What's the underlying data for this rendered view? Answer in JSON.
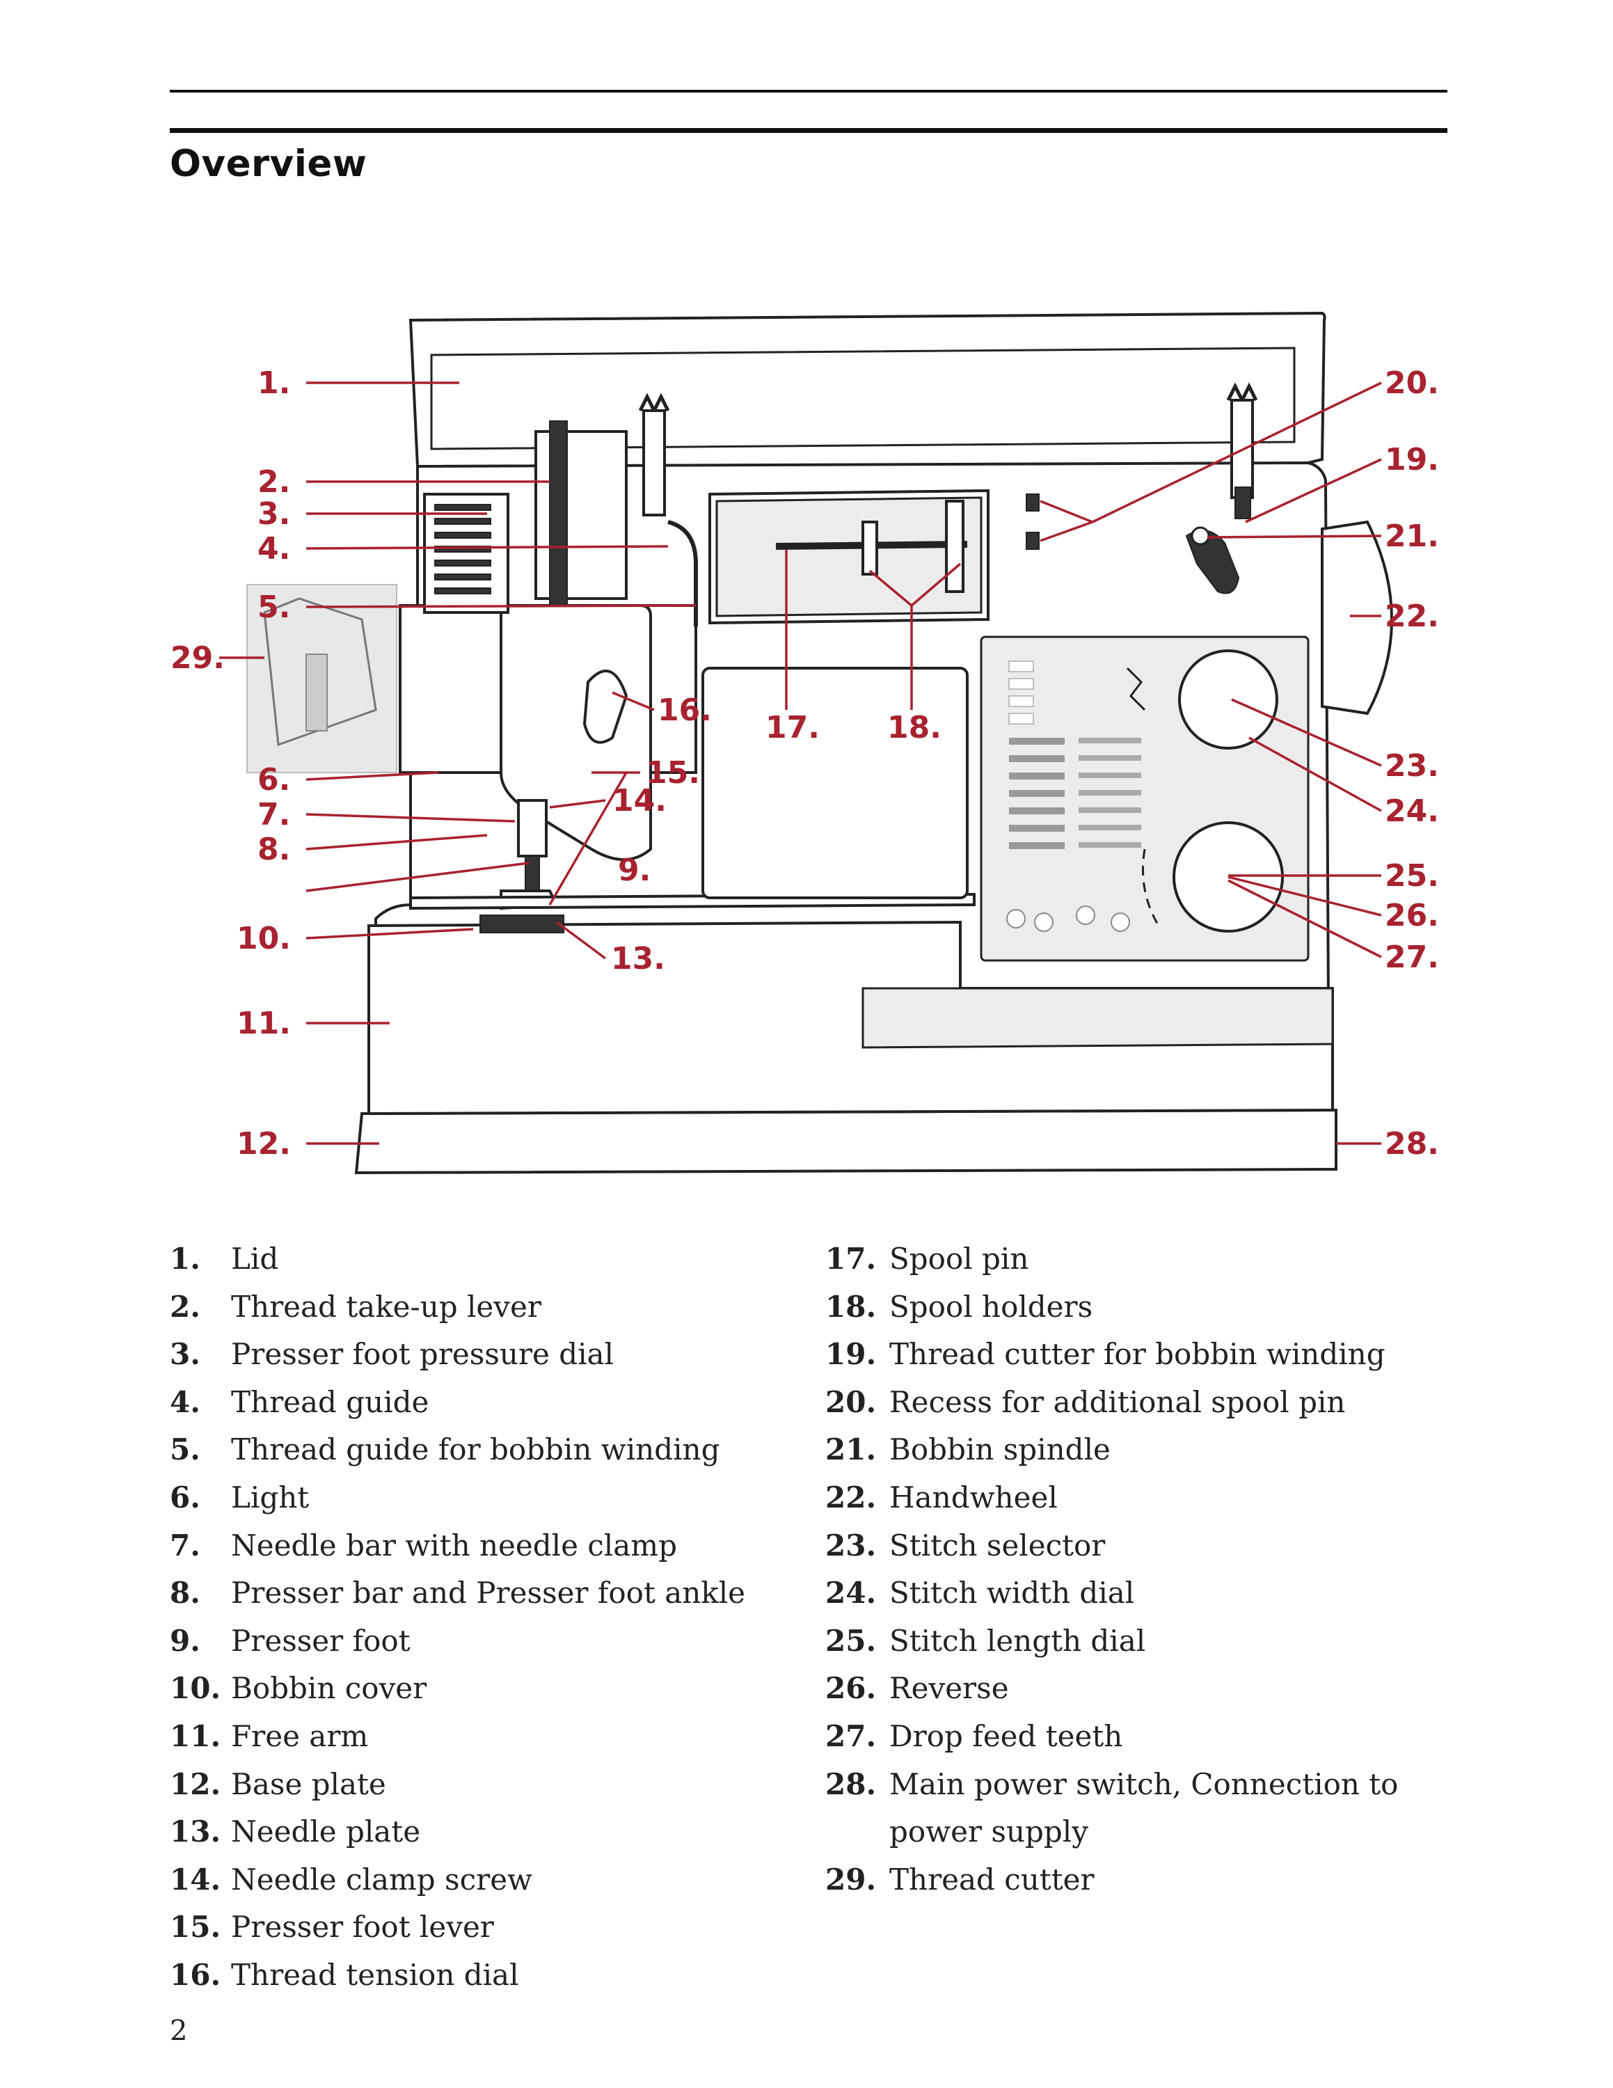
{
  "page": {
    "title": "Overview",
    "page_number": "2"
  },
  "callouts": [
    {
      "id": "c1",
      "label": "1."
    },
    {
      "id": "c2",
      "label": "2."
    },
    {
      "id": "c3",
      "label": "3."
    },
    {
      "id": "c4",
      "label": "4."
    },
    {
      "id": "c5",
      "label": "5."
    },
    {
      "id": "c6",
      "label": "6."
    },
    {
      "id": "c7",
      "label": "7."
    },
    {
      "id": "c8",
      "label": "8."
    },
    {
      "id": "c9",
      "label": "9."
    },
    {
      "id": "c10",
      "label": "10."
    },
    {
      "id": "c11",
      "label": "11."
    },
    {
      "id": "c12",
      "label": "12."
    },
    {
      "id": "c13",
      "label": "13."
    },
    {
      "id": "c14",
      "label": "14."
    },
    {
      "id": "c15",
      "label": "15."
    },
    {
      "id": "c16",
      "label": "16."
    },
    {
      "id": "c17",
      "label": "17."
    },
    {
      "id": "c18",
      "label": "18."
    },
    {
      "id": "c19",
      "label": "19."
    },
    {
      "id": "c20",
      "label": "20."
    },
    {
      "id": "c21",
      "label": "21."
    },
    {
      "id": "c22",
      "label": "22."
    },
    {
      "id": "c23",
      "label": "23."
    },
    {
      "id": "c24",
      "label": "24."
    },
    {
      "id": "c25",
      "label": "25."
    },
    {
      "id": "c26",
      "label": "26."
    },
    {
      "id": "c27",
      "label": "27."
    },
    {
      "id": "c28",
      "label": "28."
    },
    {
      "id": "c29",
      "label": "29."
    }
  ],
  "legend_left": [
    {
      "num": "1.",
      "text": "Lid"
    },
    {
      "num": "2.",
      "text": "Thread take-up lever"
    },
    {
      "num": "3.",
      "text": "Presser foot pressure dial"
    },
    {
      "num": "4.",
      "text": "Thread guide"
    },
    {
      "num": "5.",
      "text": "Thread guide for bobbin winding"
    },
    {
      "num": "6.",
      "text": "Light"
    },
    {
      "num": "7.",
      "text": "Needle bar with needle clamp"
    },
    {
      "num": "8.",
      "text": "Presser bar and Presser foot ankle"
    },
    {
      "num": "9.",
      "text": "Presser foot"
    },
    {
      "num": "10.",
      "text": "Bobbin cover"
    },
    {
      "num": "11.",
      "text": "Free arm"
    },
    {
      "num": "12.",
      "text": "Base plate"
    },
    {
      "num": "13.",
      "text": "Needle plate"
    },
    {
      "num": "14.",
      "text": "Needle clamp screw"
    },
    {
      "num": "15.",
      "text": "Presser foot lever"
    },
    {
      "num": "16.",
      "text": "Thread tension dial"
    }
  ],
  "legend_right": [
    {
      "num": "17.",
      "text": "Spool pin"
    },
    {
      "num": "18.",
      "text": "Spool holders"
    },
    {
      "num": "19.",
      "text": "Thread cutter for bobbin winding"
    },
    {
      "num": "20.",
      "text": "Recess for additional spool pin"
    },
    {
      "num": "21.",
      "text": "Bobbin spindle"
    },
    {
      "num": "22.",
      "text": "Handwheel"
    },
    {
      "num": "23.",
      "text": "Stitch selector"
    },
    {
      "num": "24.",
      "text": "Stitch width dial"
    },
    {
      "num": "25.",
      "text": "Stitch length dial"
    },
    {
      "num": "26.",
      "text": "Reverse"
    },
    {
      "num": "27.",
      "text": "Drop feed teeth"
    },
    {
      "num": "28.",
      "text": "Main power switch, Connection to"
    },
    {
      "num": "",
      "text": "power supply"
    },
    {
      "num": "29.",
      "text": "Thread cutter"
    }
  ],
  "colors": {
    "callout": "#a8222f",
    "text": "#222222"
  }
}
